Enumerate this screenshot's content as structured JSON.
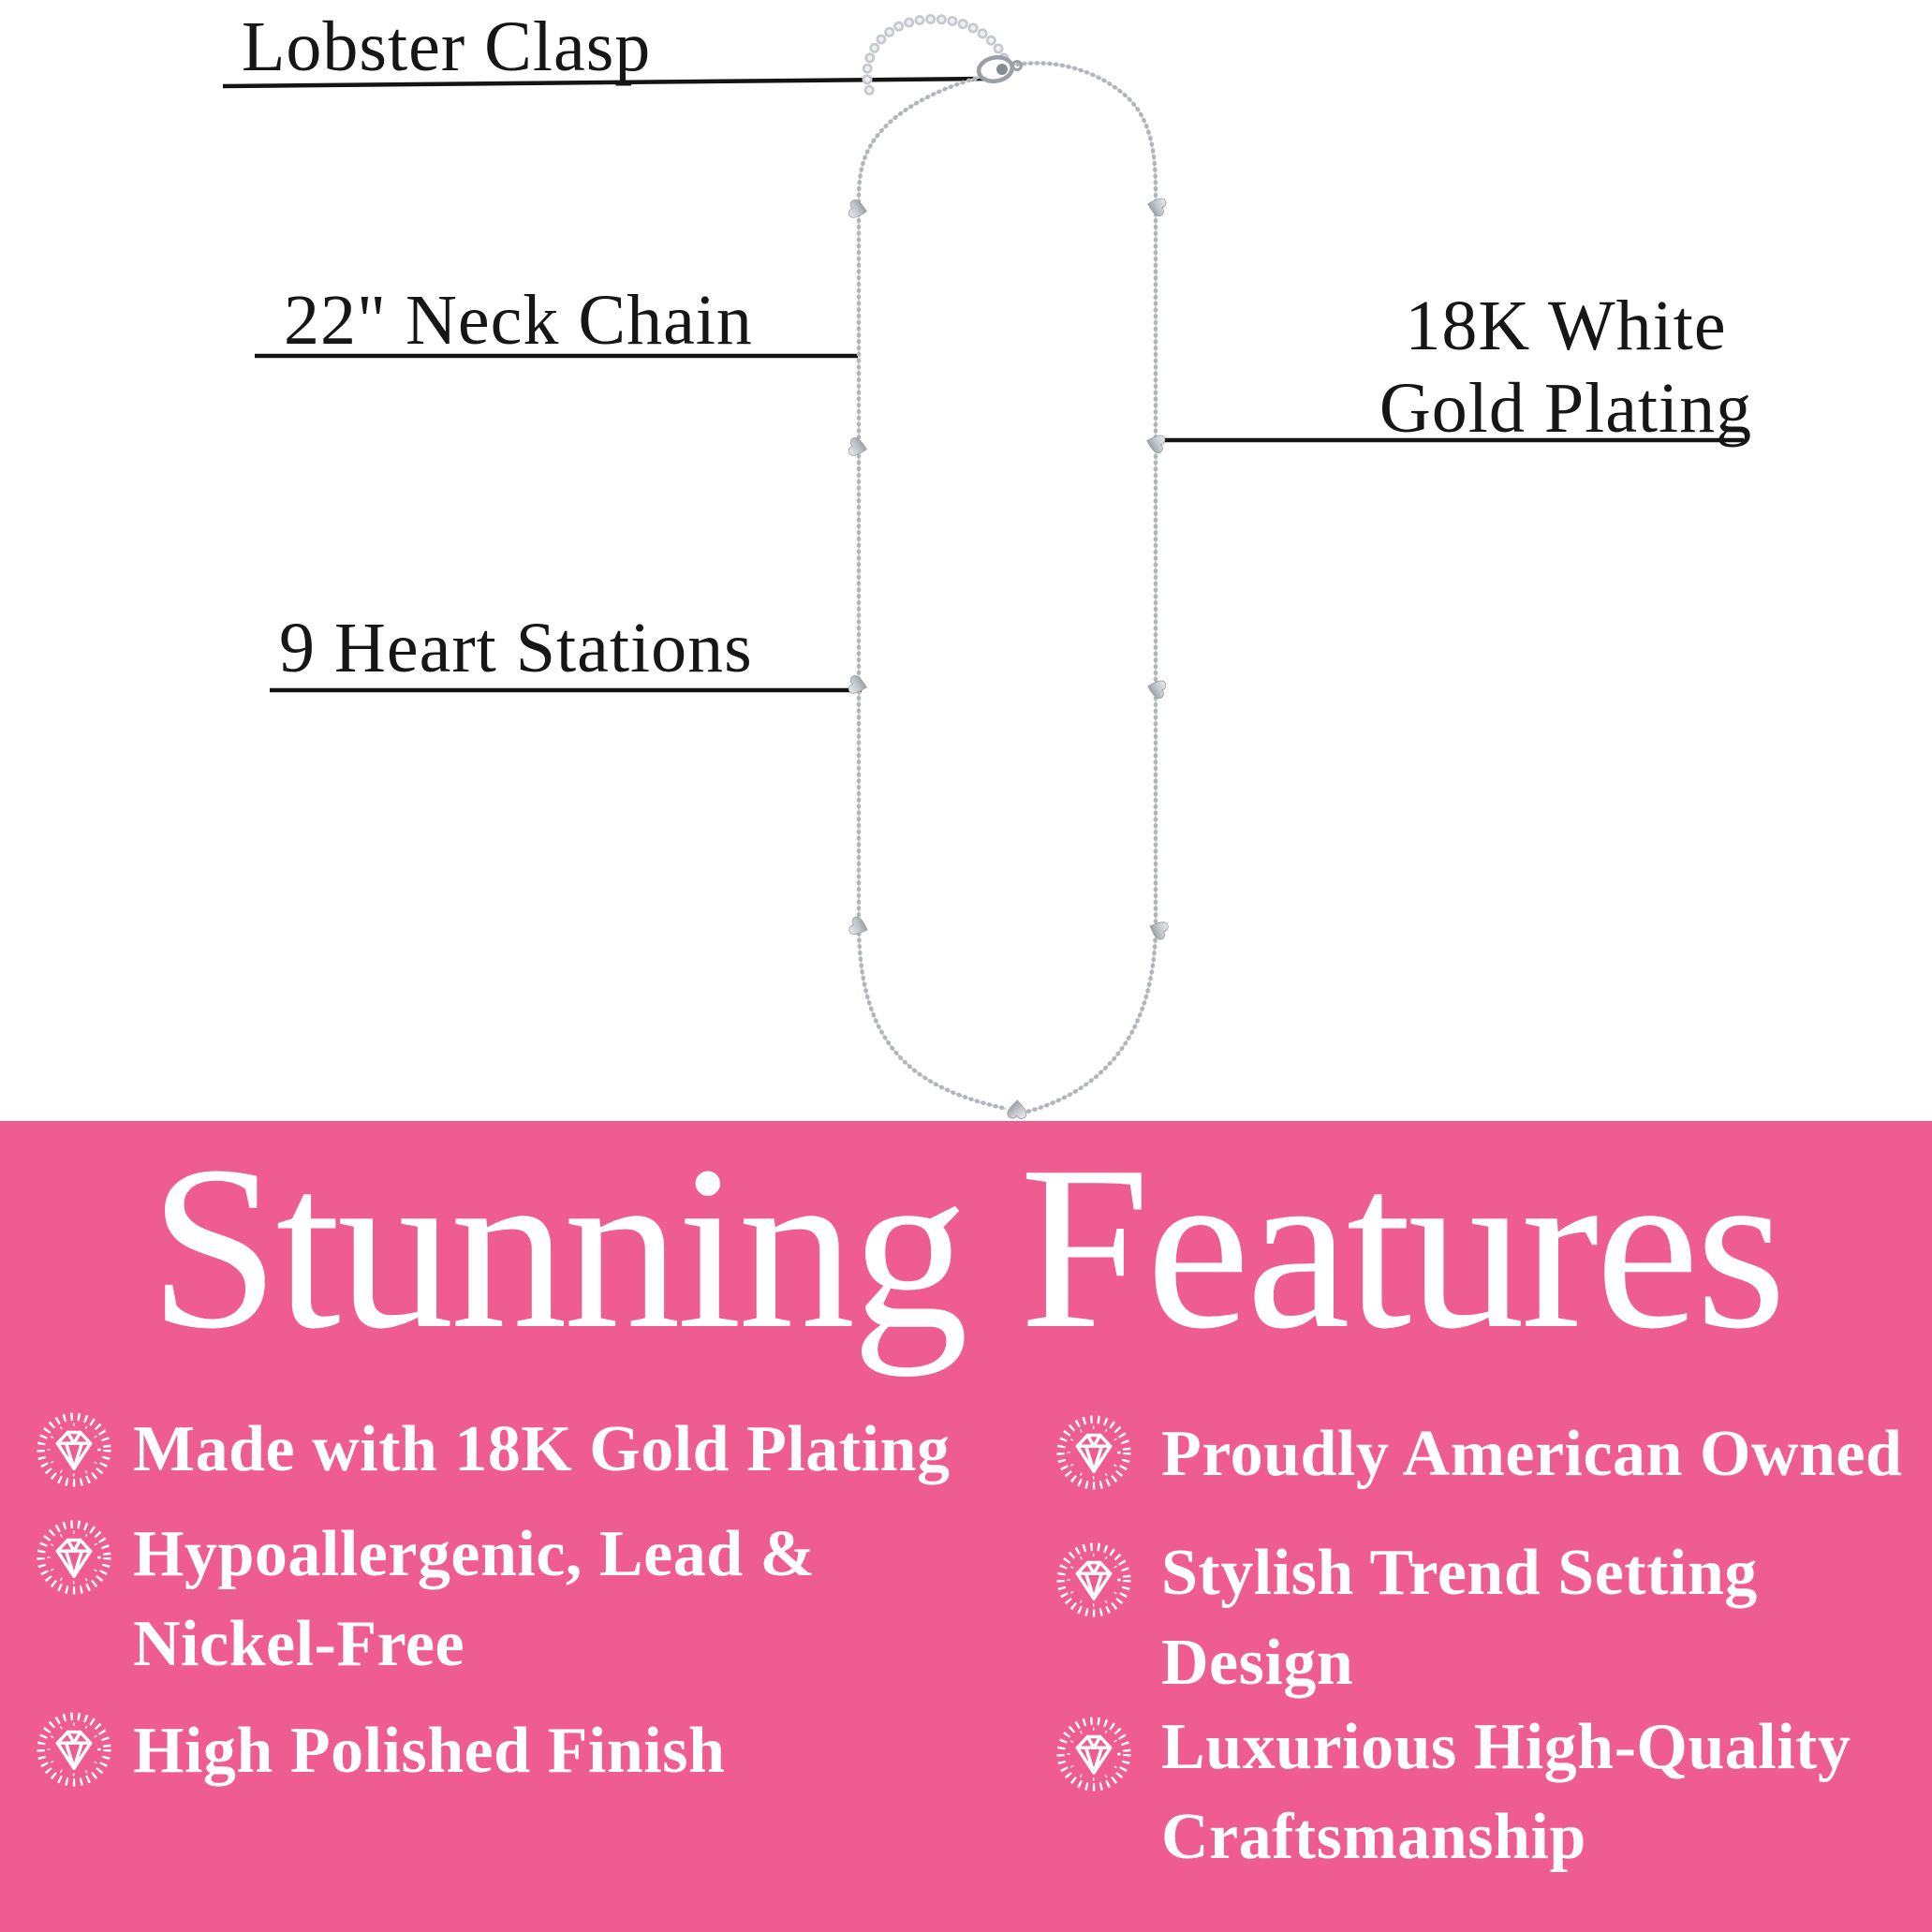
{
  "diagram": {
    "ink_color": "#141414",
    "chain_color": "#b2b6bb",
    "labels": {
      "clasp": "Lobster Clasp",
      "neck_chain": "22\" Neck Chain",
      "plating_lines": [
        "18K White",
        "Gold Plating"
      ],
      "stations": "9 Heart Stations"
    },
    "heart_station_count": 9
  },
  "features_section": {
    "bg": "#ee5c90",
    "text_color": "#ffffff",
    "title": "Stunning Features",
    "icon_name": "diamond-sparkle-icon",
    "left_column": [
      {
        "lines": [
          "Made with 18K Gold Plating"
        ]
      },
      {
        "lines": [
          "Hypoallergenic, Lead &",
          "Nickel-Free"
        ]
      },
      {
        "lines": [
          "High Polished Finish"
        ]
      }
    ],
    "right_column": [
      {
        "lines": [
          "Proudly American Owned"
        ]
      },
      {
        "lines": [
          "Stylish Trend Setting",
          "Design"
        ]
      },
      {
        "lines": [
          "Luxurious High-Quality",
          "Craftsmanship"
        ]
      }
    ]
  }
}
